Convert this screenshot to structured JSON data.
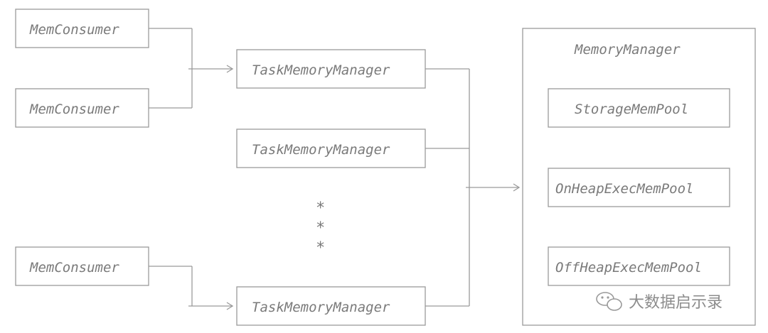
{
  "consumers": [
    {
      "label": "MemConsumer"
    },
    {
      "label": "MemConsumer"
    },
    {
      "label": "MemConsumer"
    }
  ],
  "task_managers": [
    {
      "label": "TaskMemoryManager"
    },
    {
      "label": "TaskMemoryManager"
    },
    {
      "label": "TaskMemoryManager"
    }
  ],
  "ellipsis": [
    "*",
    "*",
    "*"
  ],
  "memory_manager": {
    "title": "MemoryManager",
    "pools": [
      {
        "label": "StorageMemPool"
      },
      {
        "label": "OnHeapExecMemPool"
      },
      {
        "label": "OffHeapExecMemPool"
      }
    ]
  },
  "watermark": {
    "text": "大数据启示录",
    "icon": "wechat-icon"
  },
  "colors": {
    "line": "#9a9a9a",
    "text": "#7a7a7a"
  }
}
